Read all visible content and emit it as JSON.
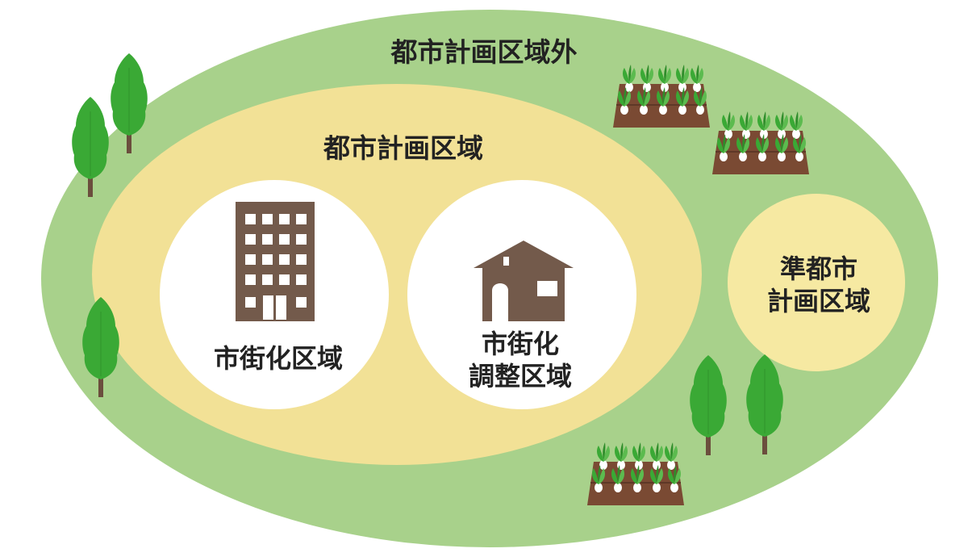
{
  "colors": {
    "outside_area": "#a8d18b",
    "city_planning_area": "#f2e196",
    "zone_fill": "#ffffff",
    "quasi_area": "#f6e9a2",
    "building": "#735a4b",
    "tree_foliage": "#3aa935",
    "tree_trunk": "#6b4e3d",
    "field_soil": "#7a4a33"
  },
  "diagram": {
    "outside_area_label": "都市計画区域外",
    "city_planning_area_label": "都市計画区域",
    "urbanization_area_label": "市街化区域",
    "adjustment_area_label": [
      "市街化",
      "調整区域"
    ],
    "quasi_area_label": [
      "準都市",
      "計画区域"
    ]
  },
  "icons": {
    "building": "office-building-icon",
    "house": "house-icon",
    "tree": "tree-icon",
    "field": "vegetable-field-icon"
  }
}
